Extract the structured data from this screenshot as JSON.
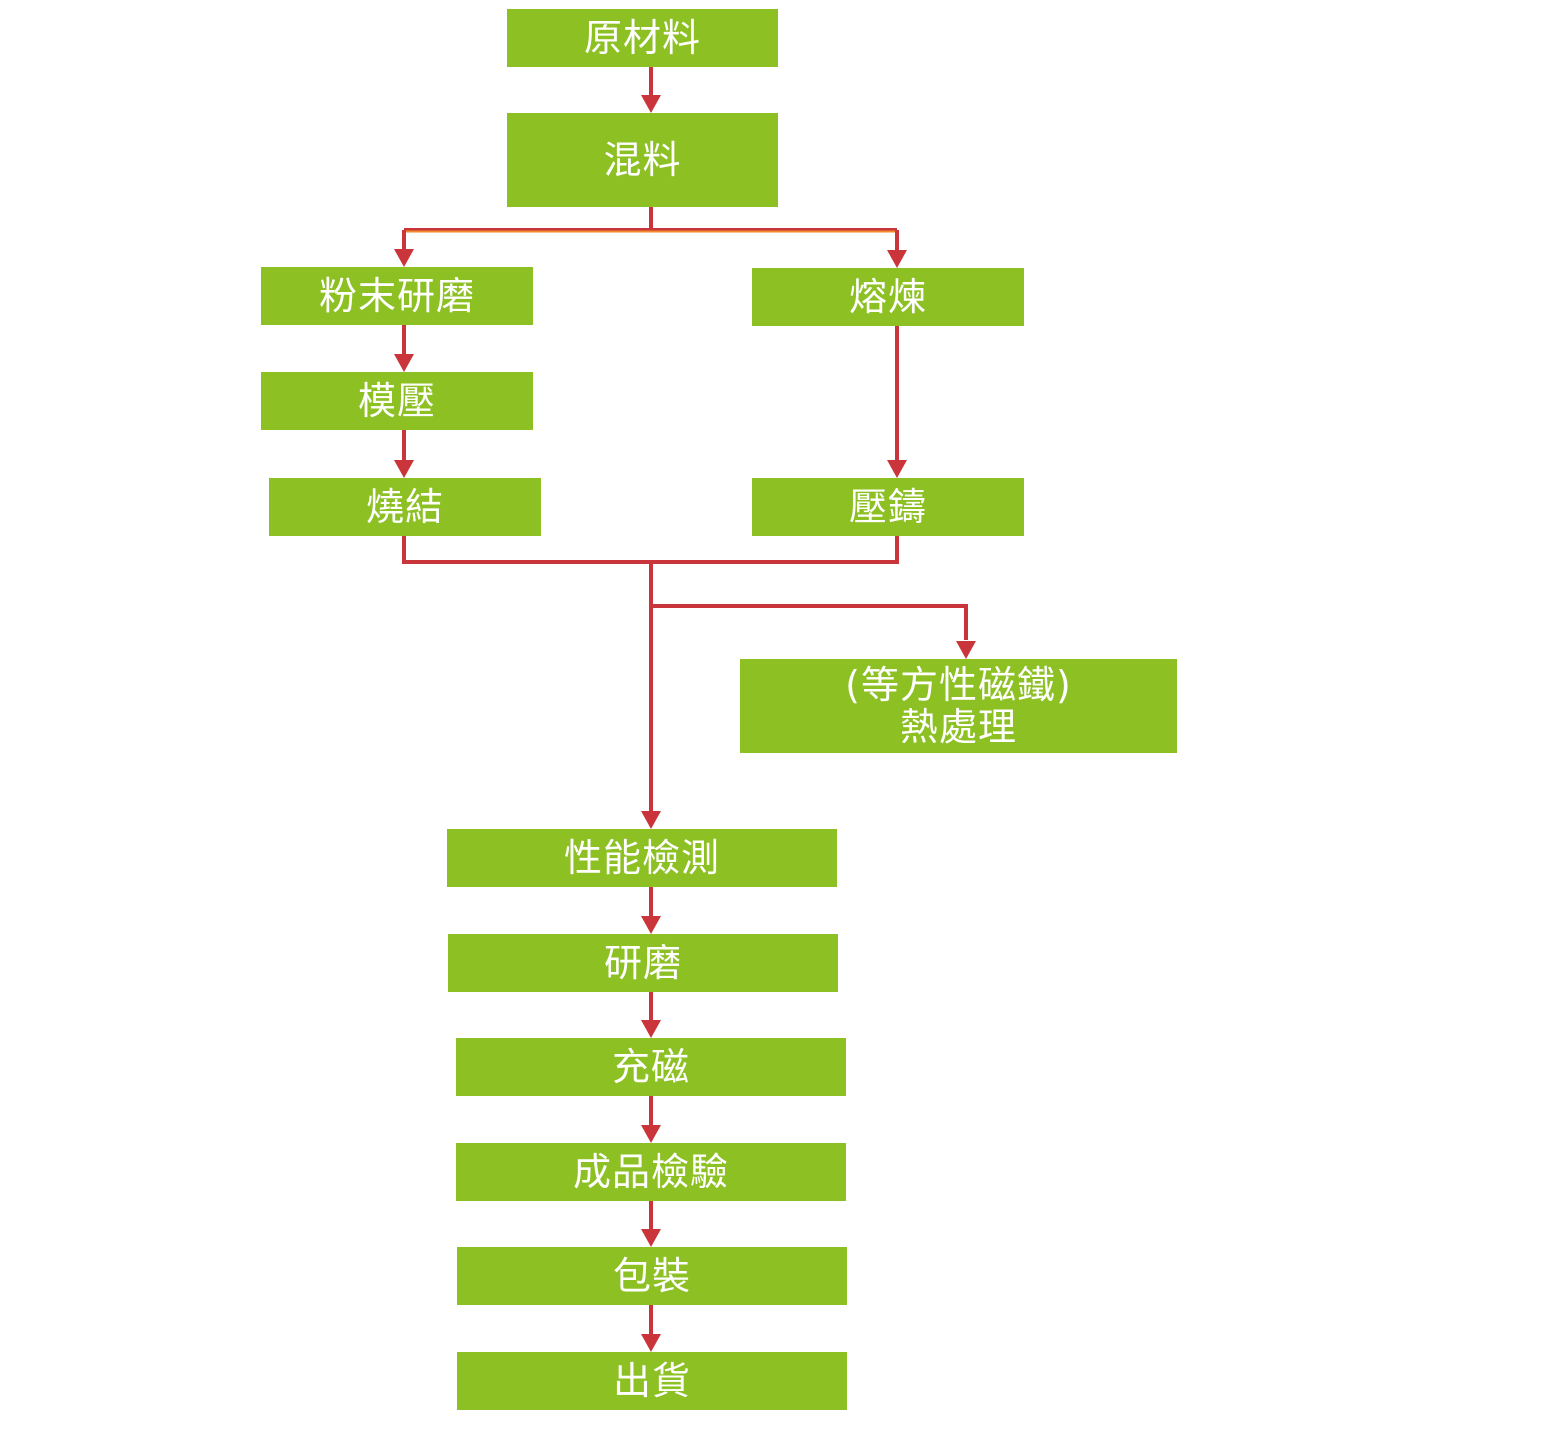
{
  "colors": {
    "box_fill": "#8cc023",
    "box_text": "#ffffff",
    "arrow": "#c9353a",
    "branch_highlight": "#f08a2c",
    "background": "#ffffff"
  },
  "nodes": [
    {
      "id": "raw-material",
      "lines": [
        "原材料"
      ]
    },
    {
      "id": "mixing",
      "lines": [
        "混料"
      ]
    },
    {
      "id": "powder-grinding",
      "lines": [
        "粉末研磨"
      ]
    },
    {
      "id": "molding",
      "lines": [
        "模壓"
      ]
    },
    {
      "id": "sintering",
      "lines": [
        "燒結"
      ]
    },
    {
      "id": "smelting",
      "lines": [
        "熔煉"
      ]
    },
    {
      "id": "die-casting",
      "lines": [
        "壓鑄"
      ]
    },
    {
      "id": "heat-treatment",
      "lines": [
        "(等方性磁鐵)",
        "熱處理"
      ]
    },
    {
      "id": "performance-test",
      "lines": [
        "性能檢測"
      ]
    },
    {
      "id": "grinding",
      "lines": [
        "研磨"
      ]
    },
    {
      "id": "magnetizing",
      "lines": [
        "充磁"
      ]
    },
    {
      "id": "final-inspection",
      "lines": [
        "成品檢驗"
      ]
    },
    {
      "id": "packaging",
      "lines": [
        "包裝"
      ]
    },
    {
      "id": "shipping",
      "lines": [
        "出貨"
      ]
    }
  ],
  "edges": [
    {
      "from": "raw-material",
      "to": "mixing"
    },
    {
      "from": "mixing",
      "to": "powder-grinding"
    },
    {
      "from": "mixing",
      "to": "smelting"
    },
    {
      "from": "powder-grinding",
      "to": "molding"
    },
    {
      "from": "molding",
      "to": "sintering"
    },
    {
      "from": "smelting",
      "to": "die-casting"
    },
    {
      "from": "sintering",
      "to": "performance-test"
    },
    {
      "from": "die-casting",
      "to": "performance-test"
    },
    {
      "from": "sintering",
      "to": "heat-treatment"
    },
    {
      "from": "die-casting",
      "to": "heat-treatment"
    },
    {
      "from": "performance-test",
      "to": "grinding"
    },
    {
      "from": "grinding",
      "to": "magnetizing"
    },
    {
      "from": "magnetizing",
      "to": "final-inspection"
    },
    {
      "from": "final-inspection",
      "to": "packaging"
    },
    {
      "from": "packaging",
      "to": "shipping"
    }
  ]
}
